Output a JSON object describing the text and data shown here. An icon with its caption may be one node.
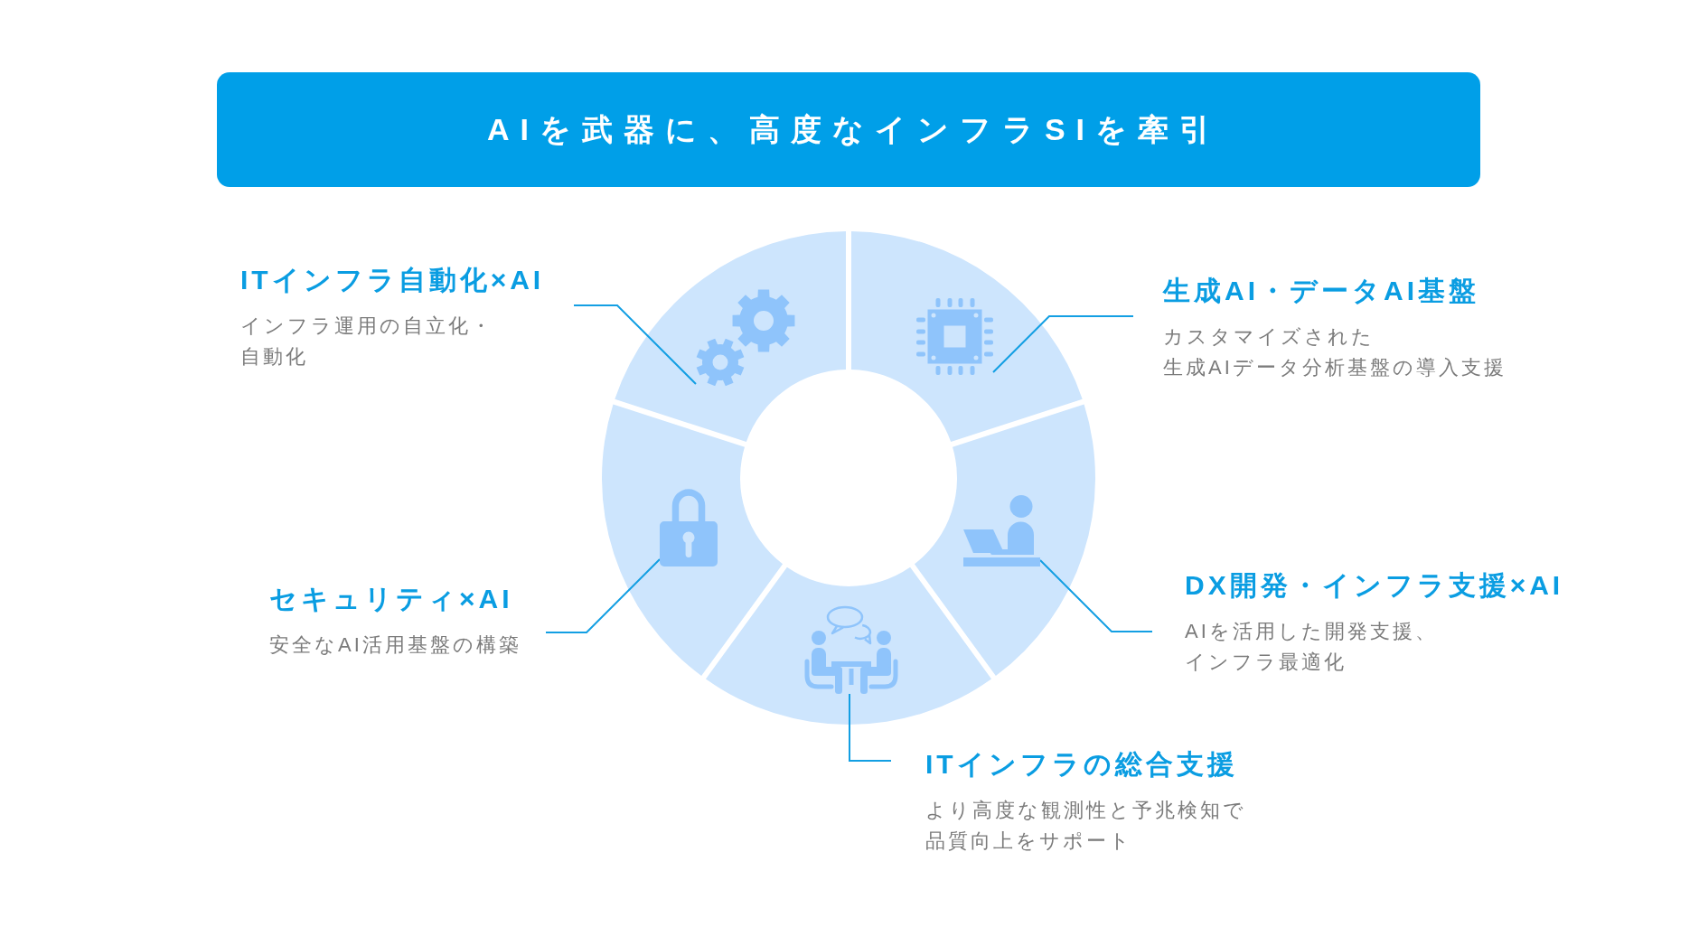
{
  "diagram": {
    "title": "AIを武器に、高度なインフラSIを牽引",
    "nodes": [
      {
        "text": [
          "ITインフラ自動化×AI",
          "インフラ運用の自立化・自動化"
        ]
      },
      {
        "text": [
          "生成AI・データAI基盤",
          "カスタマイズされた生成AIデータ分析基盤の導入支援"
        ]
      },
      {
        "text": [
          "セキュリティ×AI",
          "安全なAI活用基盤の構築"
        ]
      },
      {
        "text": [
          "DX開発・インフラ支援×AI",
          "AIを活用した開発支援、インフラ最適化"
        ]
      },
      {
        "text": [
          "ITインフラの総合支援",
          "より高度な観測性と予兆検知で品質向上をサポート"
        ]
      },
      {
        "text": [],
        "shape": "picture"
      },
      {
        "text": [],
        "shape": "picture"
      },
      {
        "text": [],
        "shape": "picture"
      },
      {
        "text": [],
        "shape": "picture"
      },
      {
        "text": [],
        "shape": "picture"
      }
    ],
    "edges": [
      {
        "from": 0,
        "to": 5,
        "arrow": "none"
      },
      {
        "from": 1,
        "to": 6,
        "arrow": "none"
      },
      {
        "from": 2,
        "to": 7,
        "arrow": "none"
      },
      {
        "from": 3,
        "to": 8,
        "arrow": "none"
      },
      {
        "from": 4,
        "to": 9,
        "arrow": "none"
      }
    ]
  }
}
